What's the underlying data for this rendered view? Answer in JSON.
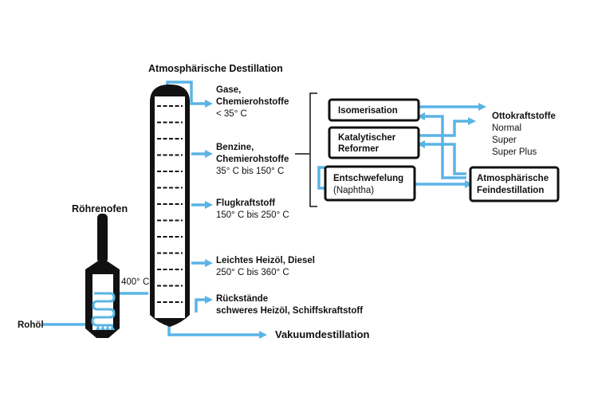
{
  "title": "Atmosphärische Destillation",
  "furnace": {
    "label": "Röhrenofen",
    "input": "Rohöl",
    "temperature": "400° C"
  },
  "fractions": [
    {
      "name": "Gase,",
      "name2": "Chemierohstoffe",
      "range": "< 35° C"
    },
    {
      "name": "Benzine,",
      "name2": "Chemierohstoffe",
      "range": "35° C bis 150° C"
    },
    {
      "name": "Flugkraftstoff",
      "name2": "",
      "range": "150° C bis 250° C"
    },
    {
      "name": "Leichtes Heizöl, Diesel",
      "name2": "",
      "range": "250° C bis 360° C"
    },
    {
      "name": "Rückstände",
      "name2": "schweres Heizöl, Schiffskraftstoff",
      "range": ""
    }
  ],
  "vacuum": "Vakuumdestillation",
  "processes": {
    "isomerisation": "Isomerisation",
    "reformer_line1": "Katalytischer",
    "reformer_line2": "Reformer",
    "desulf_line1": "Entschwefelung",
    "desulf_line2": "(Naphtha)",
    "feindest_line1": "Atmosphärische",
    "feindest_line2": "Feindestillation"
  },
  "ottokraftstoffe": {
    "title": "Ottokraftstoffe",
    "items": [
      "Normal",
      "Super",
      "Super Plus"
    ]
  },
  "colors": {
    "pipe": "#5ab4e5",
    "dark": "#111111"
  }
}
